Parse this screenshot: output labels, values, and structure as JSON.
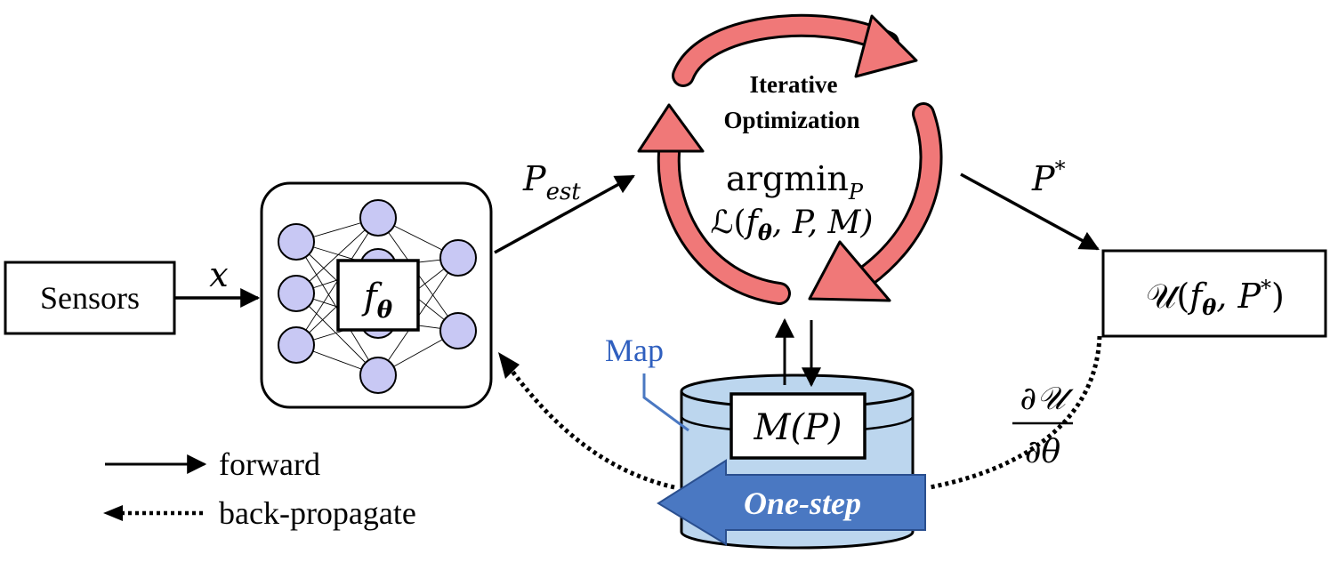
{
  "sensors": {
    "label": "Sensors"
  },
  "input": {
    "symbol": "x"
  },
  "network": {
    "symbol_main": "f",
    "symbol_sub": "θ"
  },
  "p_est": {
    "main": "P",
    "sub": "est"
  },
  "optimizer": {
    "title_line1": "Iterative",
    "title_line2": "Optimization",
    "expr_line1_main": "argmin",
    "expr_line1_sub": "P",
    "expr_line2_pre": "ℒ(",
    "expr_line2_f": "f",
    "expr_line2_sub": "θ",
    "expr_line2_post": ", P, M)",
    "arrow_color": "#f07878",
    "arrow_stroke": "#000000"
  },
  "p_star": {
    "main": "P",
    "sup": "*"
  },
  "utility": {
    "pre": "𝒰(",
    "f": "f",
    "sub": "θ",
    "mid": ", P",
    "sup": "*",
    "post": ")"
  },
  "map": {
    "label": "Map",
    "label_color": "#2f5fbf",
    "query": "M(P)",
    "fill": "#bcd6ee"
  },
  "one_step": {
    "label": "One-step",
    "fill": "#4a78c2"
  },
  "gradient": {
    "num": "∂𝒰",
    "den": "∂θ"
  },
  "neuron_color": "#c8c8f4",
  "legend": {
    "forward": "forward",
    "backprop": "back-propagate"
  }
}
